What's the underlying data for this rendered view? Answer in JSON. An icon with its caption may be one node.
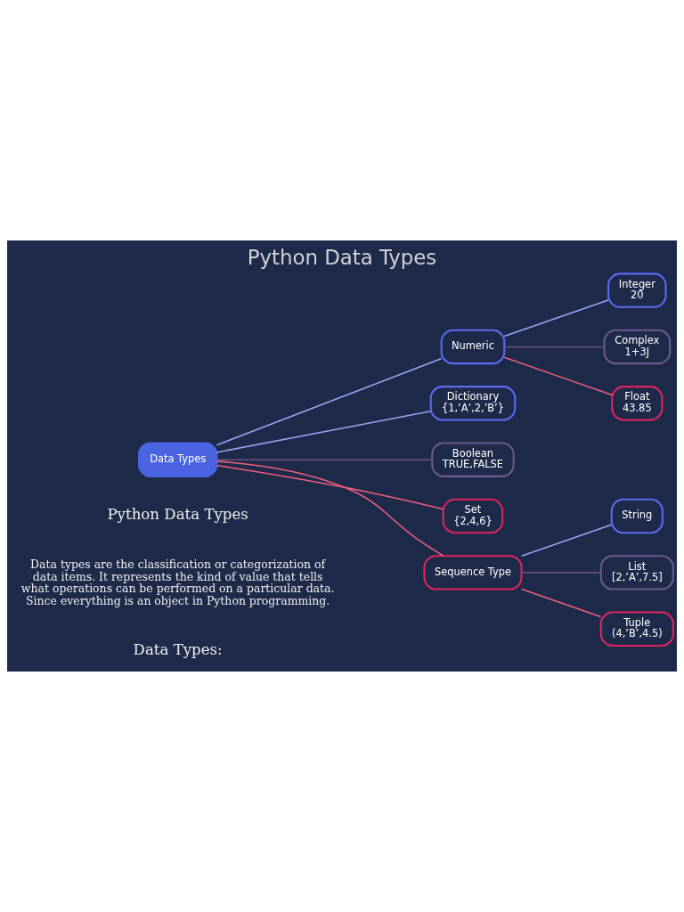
{
  "diagram": {
    "title": "Python Data Types",
    "nodes": [
      {
        "text": [
          "Data Types"
        ]
      },
      {
        "text": [
          "Numeric"
        ]
      },
      {
        "text": [
          "Dictionary",
          "{1,’A’,2,’B’}"
        ]
      },
      {
        "text": [
          "Boolean",
          "TRUE,FALSE"
        ]
      },
      {
        "text": [
          "Set",
          "{2,4,6}"
        ]
      },
      {
        "text": [
          "Sequence Type"
        ]
      },
      {
        "text": [
          "Integer",
          "20"
        ]
      },
      {
        "text": [
          "Complex",
          "1+3J"
        ]
      },
      {
        "text": [
          "Float",
          "43.85"
        ]
      },
      {
        "text": [
          "String"
        ]
      },
      {
        "text": [
          "List",
          "[2,’A’,7.5]"
        ]
      },
      {
        "text": [
          "Tuple",
          "(4,’B’,4.5)"
        ]
      }
    ],
    "edges": [
      {
        "from": 0,
        "to": 1,
        "arrow": "none",
        "color": "#9aa4f0"
      },
      {
        "from": 0,
        "to": 2,
        "arrow": "none",
        "color": "#9aa4f0"
      },
      {
        "from": 0,
        "to": 3,
        "arrow": "none",
        "color": "#6b4f7e"
      },
      {
        "from": 0,
        "to": 4,
        "arrow": "none",
        "color": "#f0607f"
      },
      {
        "from": 0,
        "to": 5,
        "arrow": "none",
        "color": "#f0607f"
      },
      {
        "from": 1,
        "to": 6,
        "arrow": "none",
        "color": "#9aa4f0"
      },
      {
        "from": 1,
        "to": 7,
        "arrow": "none",
        "color": "#6b4f7e"
      },
      {
        "from": 1,
        "to": 8,
        "arrow": "none",
        "color": "#f0607f"
      },
      {
        "from": 5,
        "to": 9,
        "arrow": "none",
        "color": "#9aa4f0"
      },
      {
        "from": 5,
        "to": 10,
        "arrow": "none",
        "color": "#6b4f7e"
      },
      {
        "from": 5,
        "to": 11,
        "arrow": "none",
        "color": "#f0607f"
      }
    ],
    "labels": [
      "Python Data Types",
      "Data types are the classification or categorization of data items. It represents the kind of value that tells what operations can be performed on a particular data. Since everything is an object in Python programming.",
      "Data Types:"
    ]
  }
}
